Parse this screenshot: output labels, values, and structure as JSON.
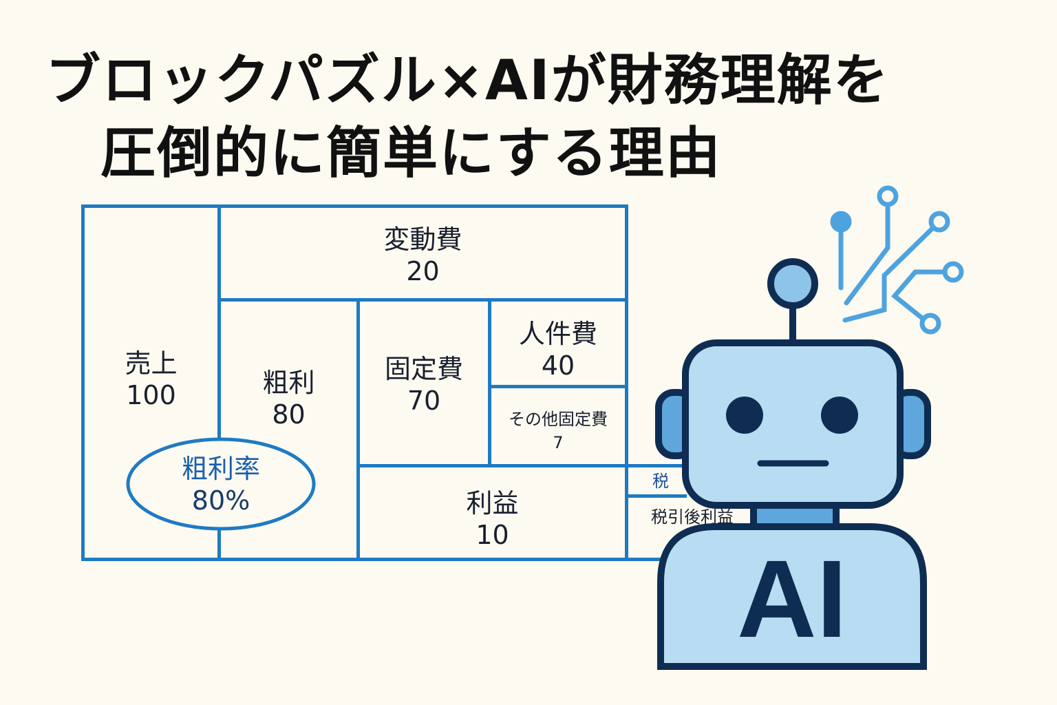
{
  "title": {
    "line1": "ブロックパズル×AIが財務理解を",
    "line2": "圧倒的に簡単にする理由"
  },
  "blocks": {
    "sales": {
      "label": "売上",
      "value": "100"
    },
    "variable_cost": {
      "label": "変動費",
      "value": "20"
    },
    "gross_profit": {
      "label": "粗利",
      "value": "80"
    },
    "fixed_cost": {
      "label": "固定費",
      "value": "70"
    },
    "personnel_cost": {
      "label": "人件費",
      "value": "40"
    },
    "other_fixed_cost": {
      "label": "その他固定費",
      "value": "7"
    },
    "profit": {
      "label": "利益",
      "value": "10"
    },
    "tax": {
      "label": "税"
    },
    "after_tax_profit": {
      "label": "税引後利益"
    },
    "gross_margin": {
      "label": "粗利率",
      "value": "80%"
    }
  },
  "robot": {
    "badge": "AI"
  },
  "colors": {
    "line": "#1f7ac4",
    "robot_fill": "#b8dcf2",
    "robot_stroke": "#0f2d52",
    "circuit": "#4ea3df"
  }
}
